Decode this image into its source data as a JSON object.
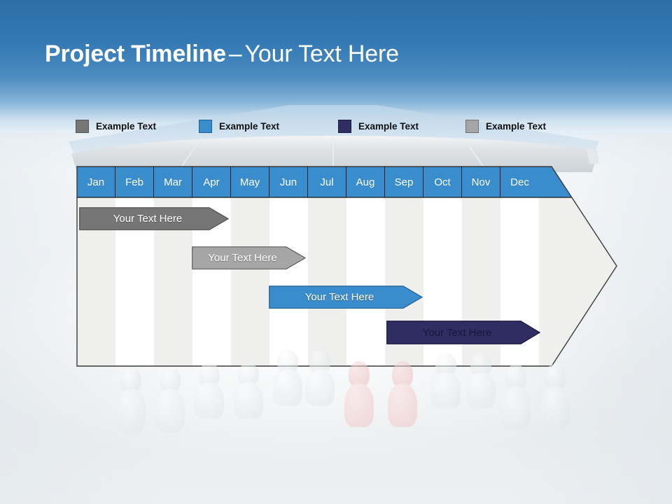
{
  "slide": {
    "title_strong": "Project Timeline",
    "title_dash": "–",
    "title_light": "Your Text Here",
    "background_top_color": "#2e6ea6",
    "background_bottom_color": "#edf0f2"
  },
  "legend": {
    "items": [
      {
        "label": "Example Text",
        "color": "#767676",
        "border": "#555555"
      },
      {
        "label": "Example Text",
        "color": "#3a8dcc",
        "border": "#1f5f91"
      },
      {
        "label": "Example Text",
        "color": "#302d62",
        "border": "#1d1b40"
      },
      {
        "label": "Example Text",
        "color": "#a6a6a6",
        "border": "#6f6f6f"
      }
    ]
  },
  "chart_data": {
    "type": "bar",
    "title": "Project Timeline",
    "xlabel": "",
    "ylabel": "",
    "categories": [
      "Jan",
      "Feb",
      "Mar",
      "Apr",
      "May",
      "Jun",
      "Jul",
      "Aug",
      "Sep",
      "Oct",
      "Nov",
      "Dec"
    ],
    "series": [
      {
        "name": "Example Text",
        "label": "Your  Text Here",
        "start_month": "Jan",
        "end_month": "Apr",
        "start_index": 0,
        "end_index": 3,
        "color": "#767676",
        "border": "#4f4f4f",
        "text_color": "#ffffff"
      },
      {
        "name": "Example Text",
        "label": "Your  Text Here",
        "start_month": "Apr",
        "end_month": "Jul",
        "start_index": 3,
        "end_index": 5,
        "color": "#a6a6a6",
        "border": "#5d5d5d",
        "text_color": "#ffffff"
      },
      {
        "name": "Example Text",
        "label": "Your  Text Here",
        "start_month": "Jun",
        "end_month": "Sep",
        "start_index": 5,
        "end_index": 8,
        "color": "#3a8dcc",
        "border": "#1f5f91",
        "text_color": "#ffffff"
      },
      {
        "name": "Example Text",
        "label": "Your  Text Here",
        "start_month": "Sep",
        "end_month": "Dec",
        "start_index": 8,
        "end_index": 11,
        "color": "#302d62",
        "border": "#16143a",
        "text_color": "#16163a"
      }
    ],
    "grid": "alternating vertical column bands",
    "legend_position": "top"
  },
  "months": {
    "header_color": "#3a8dcc",
    "text_color": "#ffffff",
    "labels": [
      "Jan",
      "Feb",
      "Mar",
      "Apr",
      "May",
      "Jun",
      "Jul",
      "Aug",
      "Sep",
      "Oct",
      "Nov",
      "Dec"
    ]
  },
  "bars": [
    {
      "label": "Your  Text Here",
      "color": "#767676",
      "border": "#4f4f4f"
    },
    {
      "label": "Your  Text Here",
      "color": "#a6a6a6",
      "border": "#5d5d5d"
    },
    {
      "label": "Your  Text Here",
      "color": "#3a8dcc",
      "border": "#1f5f91"
    },
    {
      "label": "Your  Text Here",
      "color": "#302d62",
      "border": "#16143a"
    }
  ]
}
